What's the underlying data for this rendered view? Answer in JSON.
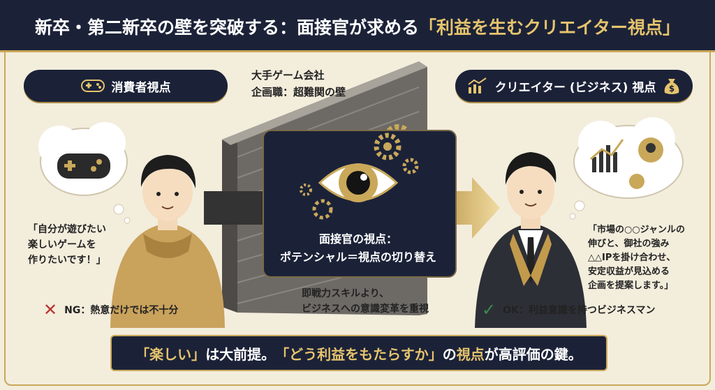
{
  "title": {
    "prefix": "新卒・第二新卒の壁を突破する：面接官が求める",
    "highlight": "「利益を生むクリエイター視点」"
  },
  "left_pill": {
    "label": "消費者視点",
    "icon": "gamepad-icon"
  },
  "right_pill": {
    "label": "クリエイター (ビジネス) 視点",
    "icon_left": "growth-chart-icon",
    "icon_right": "money-bag-icon"
  },
  "wall_caption": {
    "line1": "大手ゲーム会社",
    "line2": "企画職：超難関の壁"
  },
  "left_quote": {
    "line1": "「自分が遊びたい",
    "line2": "楽しいゲームを",
    "line3": "作りたいです！」"
  },
  "right_quote": {
    "line1": "「市場の○○ジャンルの",
    "line2": "伸びと、御社の強み",
    "line3": "△△IPを掛け合わせ、",
    "line4": "安定収益が見込める",
    "line5": "企画を提案します。」"
  },
  "center_panel": {
    "line1": "面接官の視点：",
    "line2": "ポテンシャル＝視点の切り替え"
  },
  "center_note": {
    "line1": "即戦力スキルより、",
    "line2": "ビジネスへの意識変革を重視"
  },
  "ng_note": {
    "mark": "✕",
    "text": "NG：熱意だけでは不十分"
  },
  "ok_note": {
    "mark": "✓",
    "text": "OK：利益意識を持つビジネスマン"
  },
  "bottom": {
    "part1": "「楽しい」",
    "part2": "は大前提。",
    "part3": "「どう利益をもたらすか」",
    "part4": "の",
    "part5": "視点",
    "part6": "が高評価の鍵。"
  },
  "colors": {
    "navy": "#1b2238",
    "gold": "#c9a85a",
    "cream": "#f3eddc",
    "ng_red": "#b8342f",
    "ok_green": "#3d8a4a"
  }
}
